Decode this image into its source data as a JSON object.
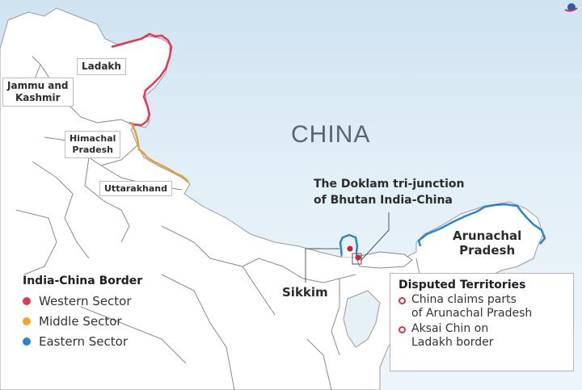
{
  "map": {
    "country_label": "CHINA",
    "regions": {
      "ladakh": "Ladakh",
      "jammu_kashmir_line1": "Jammu and",
      "jammu_kashmir_line2": "Kashmir",
      "himachal_line1": "Himachal",
      "himachal_line2": "Pradesh",
      "uttarakhand": "Uttarakhand",
      "sikkim": "Sikkim",
      "arunachal_line1": "Arunachal",
      "arunachal_line2": "Pradesh"
    },
    "callout": {
      "line1": "The Doklam tri-junction",
      "line2": "of Bhutan India-China"
    }
  },
  "legend": {
    "title": "India-China Border",
    "items": [
      {
        "label": "Western Sector",
        "color": "#e2394f"
      },
      {
        "label": "Middle Sector",
        "color": "#f0a52c"
      },
      {
        "label": "Eastern Sector",
        "color": "#2a85c8"
      }
    ]
  },
  "disputed": {
    "title": "Disputed Territories",
    "items": [
      {
        "line1": "China claims parts",
        "line2": "of Arunachal Pradesh"
      },
      {
        "line1": "Aksai Chin on",
        "line2": "Ladakh border"
      }
    ],
    "marker_color": "#d6334b"
  },
  "colors": {
    "western": "#e2394f",
    "middle": "#e0a53a",
    "eastern": "#2a85c8",
    "land": "#ffffff",
    "boundary": "#8a8a8a"
  }
}
